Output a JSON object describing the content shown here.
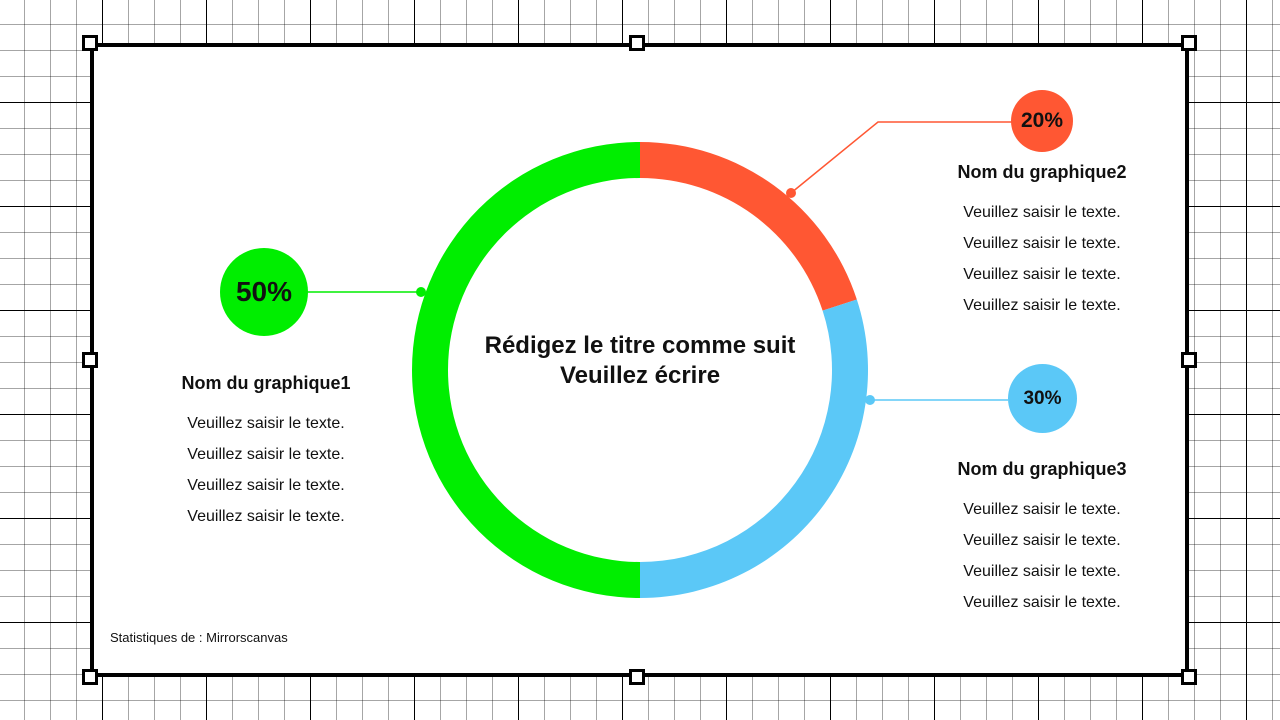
{
  "chart_data": {
    "type": "pie",
    "donut": true,
    "title": "Rédigez le titre comme suit\nVeuillez écrire",
    "slices": [
      {
        "name": "Nom du graphique2",
        "value": 20,
        "label": "20%",
        "color": "#ff5733"
      },
      {
        "name": "Nom du graphique3",
        "value": 30,
        "label": "30%",
        "color": "#5bc8f7"
      },
      {
        "name": "Nom du graphique1",
        "value": 50,
        "label": "50%",
        "color": "#00ee00"
      }
    ]
  },
  "title_lines": [
    "Rédigez le titre comme suit",
    "Veuillez écrire"
  ],
  "blocks": {
    "one": {
      "name": "Nom du graphique1",
      "percent": "50%",
      "lines": [
        "Veuillez saisir le texte.",
        "Veuillez saisir le texte.",
        "Veuillez saisir le texte.",
        "Veuillez saisir le texte."
      ]
    },
    "two": {
      "name": "Nom du graphique2",
      "percent": "20%",
      "lines": [
        "Veuillez saisir le texte.",
        "Veuillez saisir le texte.",
        "Veuillez saisir le texte.",
        "Veuillez saisir le texte."
      ]
    },
    "three": {
      "name": "Nom du graphique3",
      "percent": "30%",
      "lines": [
        "Veuillez saisir le texte.",
        "Veuillez saisir le texte.",
        "Veuillez saisir le texte.",
        "Veuillez saisir le texte."
      ]
    }
  },
  "source": "Statistiques de : Mirrorscanvas"
}
